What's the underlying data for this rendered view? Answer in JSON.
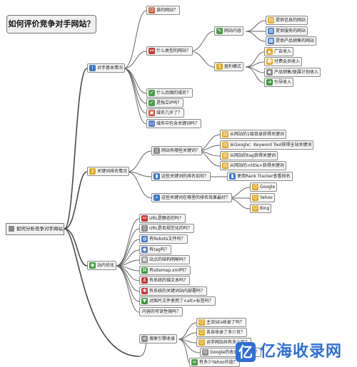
{
  "title": "如何评价竞争对手网站？",
  "root": "如何分析竞争对手网站",
  "branches": {
    "basic": "对手基本情况",
    "keyword": "关键词排名情况",
    "onsite": "站内优化",
    "index": "搜索引擎收录"
  },
  "basic_items": {
    "who": "谁的网站？",
    "type": "什么类型的网站？",
    "domain_age": "什么后缀的域名？",
    "ip": "是独立IP吗？",
    "domain_years": "域名几岁了？",
    "domain_kw": "域名中包含关键词吗？",
    "content": "网站内容",
    "profit": "盈利模式"
  },
  "content_items": [
    "提供信息的网站",
    "提供服务的网站",
    "提供产品销售的网站"
  ],
  "profit_items": [
    "广告收入",
    "付费会员收入",
    "产品销售/联属计划收入",
    "引导收入"
  ],
  "keyword_items": {
    "target": "网站有哪些关键词？",
    "rank": "这些关键词的排名如何？",
    "engines": "这些关键词在哪里的排名效果最好？"
  },
  "target_items": [
    "从网站的1级目录获得关键词",
    "从Google：Keyword Tool获得全站关键词",
    "从网站的tag获得关键词",
    "从网站的<title>获得关键词"
  ],
  "rank_tool": "使用Rank Tracker查看排名",
  "engine_items": [
    "Google",
    "Yahoo",
    "Bing"
  ],
  "onsite_items": [
    "URL是静态的吗？",
    "URL是否规范化的吗？",
    "有Robots文件吗？",
    "有tag吗？",
    "站点的结构明晰吗？",
    "有sitemap.xml吗？",
    "有系统的锚文本吗？",
    "有系统的关键词站内部署吗？",
    "对图片文件使用了<alt>标签吗？",
    "内容的可读性强吗？"
  ],
  "index_items": [
    "主流SEs收录了吗？",
    "各自收录了多少页？",
    "对手网站共有多少页？",
    "Google的收录效果如何？",
    "有多少Yahoo外链？"
  ],
  "watermark": {
    "badge": "亿",
    "text": "亿海收录网"
  }
}
